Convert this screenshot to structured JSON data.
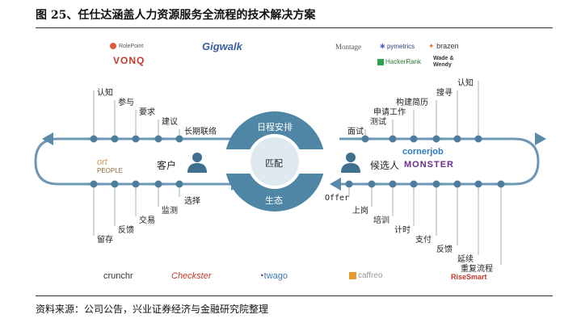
{
  "title": "图 25、任仕达涵盖人力资源服务全流程的技术解决方案",
  "source": "资料来源：公司公告，兴业证券经济与金融研究院整理",
  "center": {
    "top_label": "日程安排",
    "middle_label": "匹配",
    "bottom_label": "生态",
    "left_node": "客户",
    "right_node": "候选人"
  },
  "left_top_steps": [
    "认知",
    "参与",
    "要求",
    "建议",
    "长期联络"
  ],
  "left_bottom_steps": [
    "留存",
    "反馈",
    "交易",
    "监测",
    "选择"
  ],
  "right_top_steps": [
    "面试",
    "测试",
    "申请工作",
    "构建简历",
    "搜寻",
    "认知"
  ],
  "right_bottom_steps": [
    "Offer",
    "上岗",
    "培训",
    "计时",
    "支付",
    "反馈",
    "延续",
    "重复流程"
  ],
  "logos": {
    "rolepoint": "RolePoint",
    "vonq": "VONQ",
    "gigwalk": "Gigwalk",
    "montage": "Montage",
    "pymetrics": "pymetrics",
    "brazen": "brazen",
    "hackerrank": "HackerRank",
    "wadewendy": "Wade & Wendy",
    "ortpeople": "PEOPLE",
    "cornerjob": "cornerjob",
    "monster": "MONSTER",
    "crunchr": "crunchr",
    "checkster": "Checkster",
    "twago": "twago",
    "caffreo": "caffreo",
    "risesmart": "RiseSmart"
  },
  "colors": {
    "accent": "#5b89a8",
    "dark": "#3f6f8f",
    "line": "#6d97b4"
  }
}
